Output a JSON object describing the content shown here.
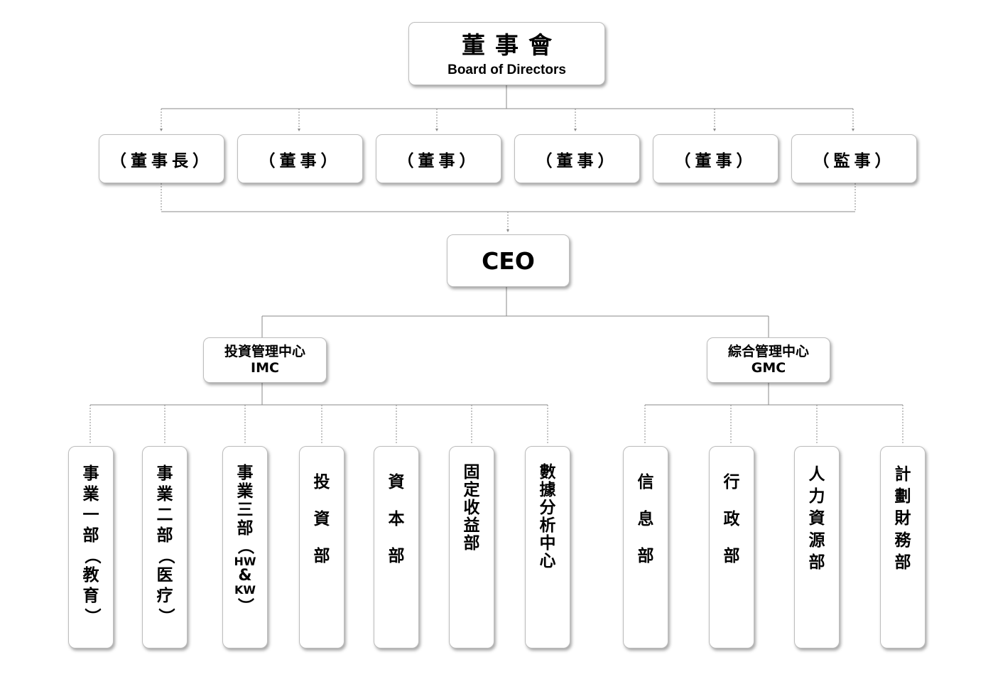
{
  "board": {
    "title_cn": "董事會",
    "title_en": "Board of Directors"
  },
  "members": [
    {
      "label": "（董事長）"
    },
    {
      "label": "（董事）"
    },
    {
      "label": "（董事）"
    },
    {
      "label": "（董事）"
    },
    {
      "label": "（董事）"
    },
    {
      "label": "（監事）"
    }
  ],
  "ceo": {
    "label": "CEO"
  },
  "centers": [
    {
      "name_cn": "投資管理中心",
      "name_en": "IMC"
    },
    {
      "name_cn": "綜合管理中心",
      "name_en": "GMC"
    }
  ],
  "departments": [
    {
      "label": "事業一部（教育）"
    },
    {
      "label": "事業二部（医疗）"
    },
    {
      "label": "事業三部（HW&KW）"
    },
    {
      "label": "投資部"
    },
    {
      "label": "資本部"
    },
    {
      "label": "固定收益部"
    },
    {
      "label": "數據分析中心"
    },
    {
      "label": "信息部"
    },
    {
      "label": "行政部"
    },
    {
      "label": "人力資源部"
    },
    {
      "label": "計劃財務部"
    }
  ]
}
